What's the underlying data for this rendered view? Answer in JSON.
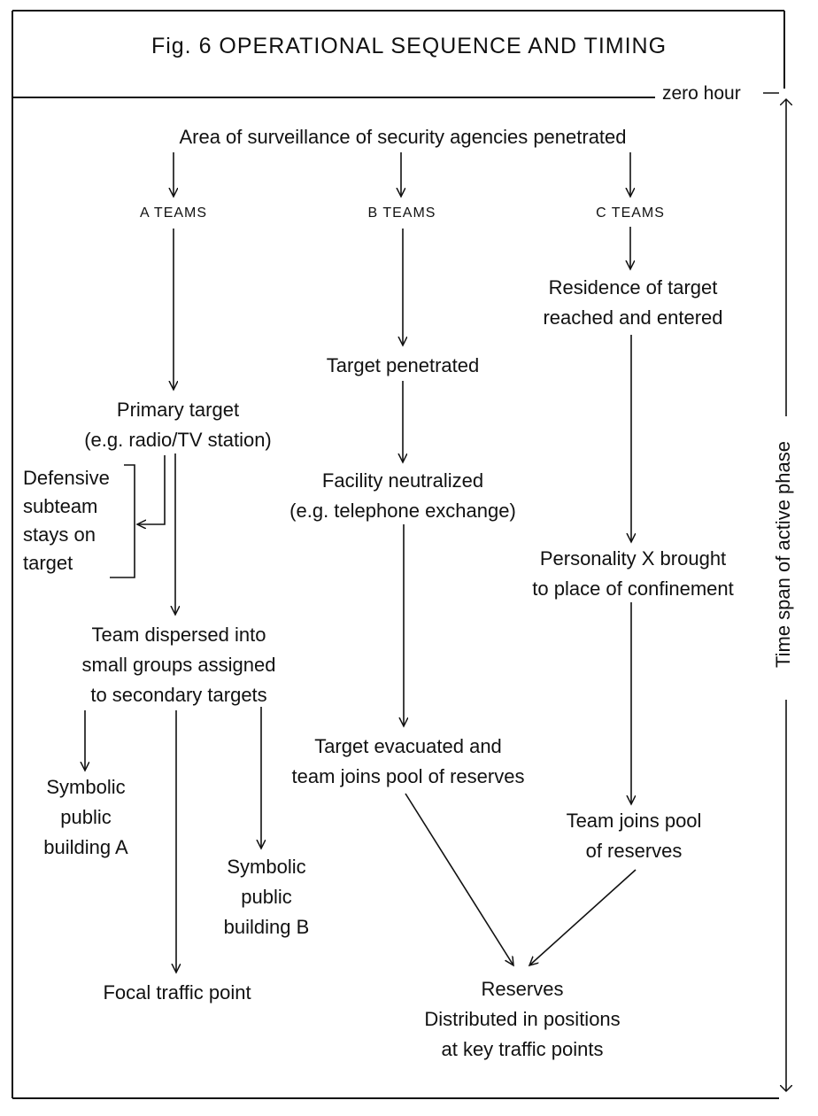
{
  "figure": {
    "title": "Fig. 6  OPERATIONAL SEQUENCE AND TIMING",
    "zero_hour": "zero hour",
    "time_span": "Time span of active phase"
  },
  "top": {
    "penetrated": "Area of surveillance of security agencies penetrated"
  },
  "teams": {
    "a": "A TEAMS",
    "b": "B TEAMS",
    "c": "C TEAMS"
  },
  "a_column": {
    "primary_target": "Primary target\n(e.g. radio/TV station)",
    "defensive_subteam": "Defensive\nsubteam\nstays on\ntarget",
    "dispersed": "Team dispersed into\nsmall groups assigned\nto secondary targets",
    "symbolic_a": "Symbolic\npublic\nbuilding A",
    "symbolic_b": "Symbolic\npublic\nbuilding B",
    "focal_traffic": "Focal traffic point"
  },
  "b_column": {
    "target_penetrated": "Target penetrated",
    "facility_neutralized": "Facility neutralized\n(e.g. telephone exchange)",
    "evacuated": "Target evacuated and\nteam joins pool of reserves"
  },
  "c_column": {
    "residence": "Residence of target\nreached and entered",
    "personality": "Personality X brought\nto place of confinement",
    "joins_pool": "Team joins pool\nof reserves"
  },
  "reserves": "Reserves\nDistributed in positions\nat key traffic points"
}
